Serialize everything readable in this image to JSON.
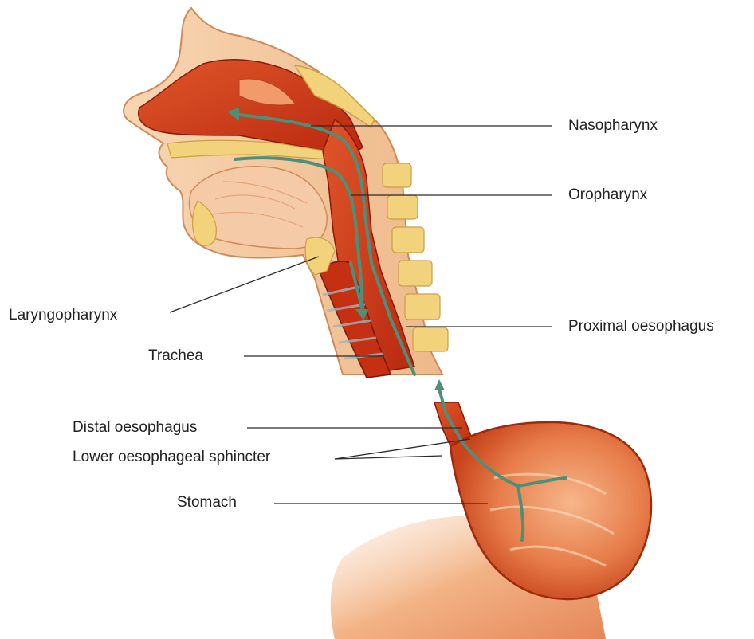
{
  "labels": {
    "nasopharynx": "Nasopharynx",
    "oropharynx": "Oropharynx",
    "laryngopharynx": "Laryngopharynx",
    "proximal_oesophagus": "Proximal oesophagus",
    "trachea": "Trachea",
    "distal_oesophagus": "Distal oesophagus",
    "lower_oesophageal_sphincter": "Lower oesophageal sphincter",
    "stomach": "Stomach"
  },
  "colors": {
    "skin": "#f3c79a",
    "tissue": "#d2451f",
    "cavity": "#c02a12",
    "bone": "#f2d27a",
    "flow_arrow": "#4f8f78",
    "line": "#2a2a2a"
  }
}
